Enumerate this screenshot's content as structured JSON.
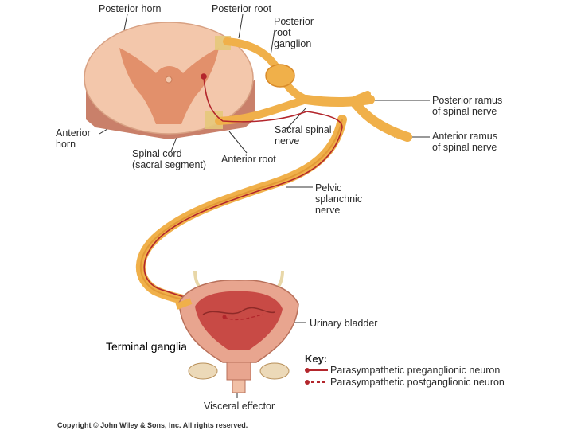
{
  "labels": {
    "posterior_horn": "Posterior horn",
    "posterior_root": "Posterior root",
    "posterior_root_ganglion": [
      "Posterior",
      "root",
      "ganglion"
    ],
    "anterior_horn": [
      "Anterior",
      "horn"
    ],
    "spinal_cord": [
      "Spinal cord",
      "(sacral segment)"
    ],
    "anterior_root": "Anterior root",
    "sacral_spinal_nerve": [
      "Sacral spinal",
      "nerve"
    ],
    "posterior_ramus": [
      "Posterior ramus",
      "of spinal nerve"
    ],
    "anterior_ramus": [
      "Anterior ramus",
      "of spinal nerve"
    ],
    "pelvic_splanchnic_nerve": [
      "Pelvic",
      "splanchnic",
      "nerve"
    ],
    "urinary_bladder": "Urinary bladder",
    "terminal_ganglia": "Terminal ganglia",
    "visceral_effector": "Visceral effector"
  },
  "key": {
    "title": "Key:",
    "items": [
      {
        "label": "Parasympathetic preganglionic neuron",
        "style": "solid",
        "color": "#b3262c"
      },
      {
        "label": "Parasympathetic postganglionic neuron",
        "style": "dashed",
        "color": "#b3262c"
      }
    ]
  },
  "copyright": "Copyright © John Wiley & Sons, Inc. All rights reserved.",
  "colors": {
    "cord_white_matter": "#f3c7ab",
    "cord_gray_matter": "#e2906b",
    "nerve": "#f0b04a",
    "nerve_dark": "#d98b2a",
    "neuron": "#b3262c",
    "bladder_wall": "#e8a58f",
    "bladder_inner": "#c84a45"
  }
}
